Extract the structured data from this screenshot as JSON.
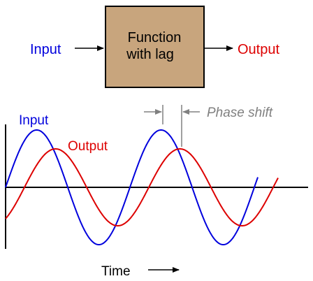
{
  "block": {
    "line1": "Function",
    "line2": "with lag",
    "input_label": "Input",
    "output_label": "Output",
    "fill": "#c8a57d"
  },
  "plot": {
    "input_label": "Input",
    "output_label": "Output",
    "phase_shift_label": "Phase shift",
    "time_label": "Time"
  },
  "colors": {
    "input": "#0000dd",
    "output": "#dd0000",
    "annotation": "#808080",
    "axes": "#000000"
  },
  "chart_data": {
    "type": "line",
    "series": [
      {
        "name": "Input",
        "waveform": "sine",
        "cycles": 2
      },
      {
        "name": "Output",
        "waveform": "sine",
        "cycles": 2,
        "note": "lags input"
      }
    ],
    "xlabel": "Time",
    "ylabel": ""
  }
}
